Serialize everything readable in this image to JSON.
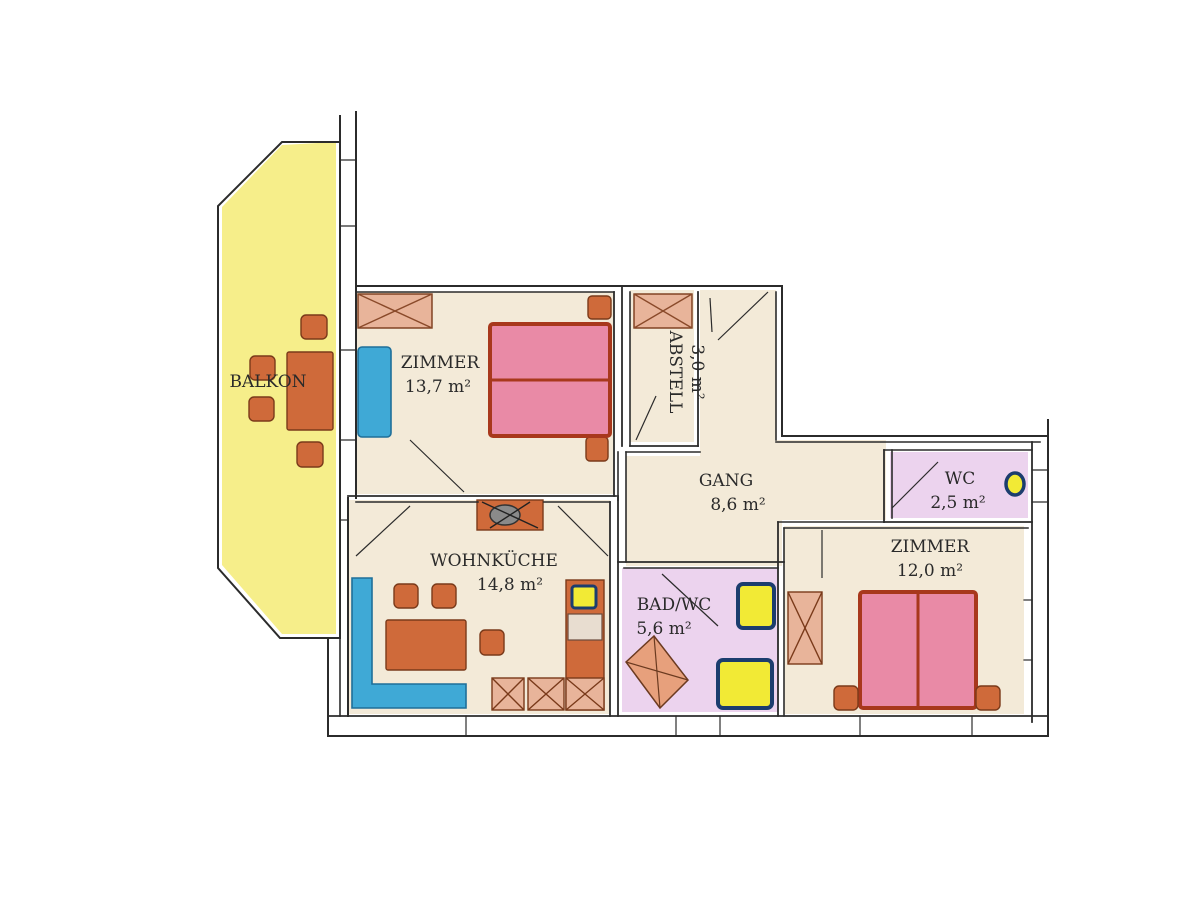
{
  "plan": {
    "colors": {
      "wall": "#2b2b2b",
      "floor": "#f3ead8",
      "balcony": "#f6ee8a",
      "bath": "#ecd3ee",
      "furniture": "#cf6a3a",
      "bed": "#e98aa6",
      "bed_frame": "#a8381c",
      "blue": "#3fa9d6",
      "yellow": "#f2ea35",
      "navy": "#1c3d6e",
      "mirror": "#e7a07c"
    },
    "rooms": [
      {
        "id": "balkon",
        "name": "BALKON",
        "area": ""
      },
      {
        "id": "zimmer-1",
        "name": "ZIMMER",
        "area": "13,7 m²"
      },
      {
        "id": "abstell",
        "name": "ABSTELL",
        "area": "3,0 m²"
      },
      {
        "id": "gang",
        "name": "GANG",
        "area": "8,6 m²"
      },
      {
        "id": "wc",
        "name": "WC",
        "area": "2,5 m²"
      },
      {
        "id": "wohnkueche",
        "name": "WOHNKÜCHE",
        "area": "14,8 m²"
      },
      {
        "id": "bad-wc",
        "name": "BAD/WC",
        "area": "5,6 m²"
      },
      {
        "id": "zimmer-2",
        "name": "ZIMMER",
        "area": "12,0 m²"
      }
    ]
  }
}
